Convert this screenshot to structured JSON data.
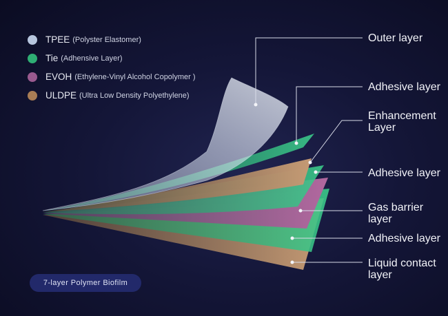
{
  "legend": [
    {
      "abbr": "TPEE",
      "desc": "(Polyster Elastomer)",
      "color": "#b7c6de"
    },
    {
      "abbr": "Tie",
      "desc": "(Adhensive Layer)",
      "color": "#2fae74"
    },
    {
      "abbr": "EVOH",
      "desc": "(Ethylene-Vinyl Alcohol Copolymer )",
      "color": "#9a5a8f"
    },
    {
      "abbr": "ULDPE",
      "desc": "(Ultra Low Density Polyethylene)",
      "color": "#a97d55"
    }
  ],
  "layers": {
    "outer": "Outer layer",
    "adhesive1": "Adhesive layer",
    "enhancement_line1": "Enhancement",
    "enhancement_line2": "Layer",
    "adhesive2": "Adhesive layer",
    "gas_line1": "Gas barrier",
    "gas_line2": "layer",
    "adhesive3": "Adhesive layer",
    "liquid_line1": "Liquid contact",
    "liquid_line2": "layer"
  },
  "badge": "7-layer Polymer Biofilm"
}
